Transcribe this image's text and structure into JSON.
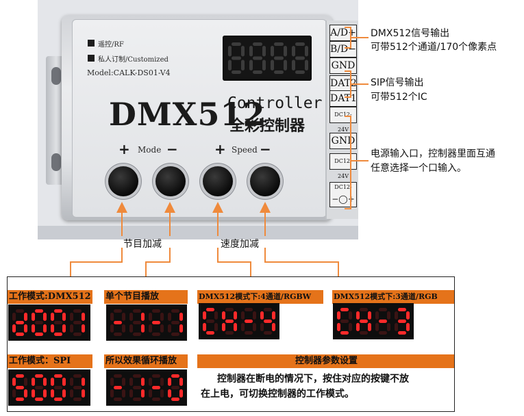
{
  "device": {
    "legend_remote": "遥控/RF",
    "legend_custom": "私人订制/Customized",
    "model": "Model:CALK-DS01-V4",
    "display_value": "8888",
    "brand_dmx": "DMX512",
    "brand_controller": "Controller",
    "brand_cn": "全彩控制器",
    "mode_label": "Mode",
    "speed_label": "Speed",
    "plus": "+",
    "minus": "−",
    "terminals": {
      "ad": "A/D+",
      "bd": "B/D−",
      "gnd1": "GND",
      "dat2": "DAT2",
      "dat1": "DAT1",
      "dc1": "DC12-24V",
      "gnd2": "GND",
      "dc2": "DC12-24V",
      "dc3": "DC12-24V",
      "dc3_symbol": "−◯+"
    }
  },
  "annotations": {
    "dmx_line1": "DMX512信号输出",
    "dmx_line2": "可带512个通道/170个像素点",
    "sip_line1": "SIP信号输出",
    "sip_line2": "可带512个IC",
    "power_line1": "电源输入口，控制器里面互通",
    "power_line2": "任意选择一个口输入。",
    "mode_adjust": "节目加减",
    "speed_adjust": "速度加减"
  },
  "panel": {
    "items": [
      {
        "title": "工作模式:DMX512",
        "display": "d001"
      },
      {
        "title": "单个节目播放",
        "display": "-1-1"
      },
      {
        "title": "DMX512模式下:4通道/RGBW",
        "display": "CH-4"
      },
      {
        "title": "DMX512模式下:3通道/RGB",
        "display": "CH-3"
      },
      {
        "title": "工作模式：SPI",
        "display": "S001"
      },
      {
        "title": "所以效果循环播放",
        "display": "-1-0"
      }
    ],
    "settings_title": "控制器参数设置",
    "settings_text_1": "控制器在断电的情况下，按住对应的按键不放",
    "settings_text_2": "在上电，可切换控制器的工作模式。"
  },
  "colors": {
    "accent_orange": "#e5731a",
    "arrow_orange": "#ef8a3c",
    "segment_red": "#ff2a2a",
    "segment_off": "#3a1414"
  }
}
